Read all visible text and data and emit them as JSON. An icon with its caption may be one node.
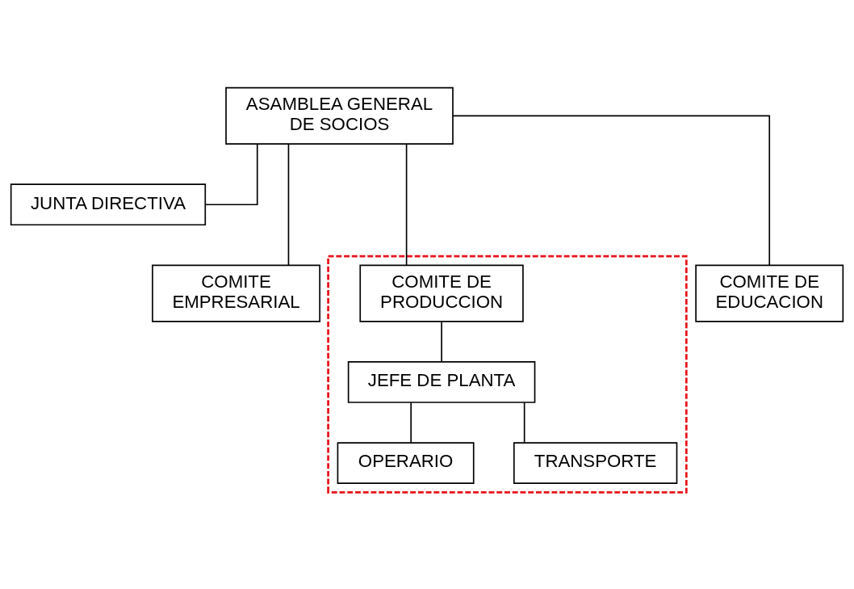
{
  "diagram": {
    "nodes": [
      {
        "text": [
          "ASAMBLEA GENERAL DE SOCIOS"
        ]
      },
      {
        "text": [
          "JUNTA DIRECTIVA"
        ]
      },
      {
        "text": [
          "COMITE EMPRESARIAL"
        ]
      },
      {
        "text": [],
        "shape": "box"
      },
      {
        "text": [
          "COMITE DE PRODUCCION"
        ],
        "in": 3
      },
      {
        "text": [
          "COMITE DE EDUCACION"
        ]
      },
      {
        "text": [
          "JEFE DE PLANTA"
        ],
        "in": 3
      },
      {
        "text": [
          "OPERARIO"
        ],
        "in": 3
      },
      {
        "text": [
          "TRANSPORTE"
        ],
        "in": 3
      }
    ],
    "edges": [
      {
        "from": 0,
        "to": 1,
        "arrow": "none"
      },
      {
        "from": 0,
        "to": 2,
        "arrow": "none"
      },
      {
        "from": 0,
        "to": 4,
        "arrow": "none"
      },
      {
        "from": 0,
        "to": 5,
        "arrow": "none"
      },
      {
        "from": 4,
        "to": 6,
        "arrow": "none"
      },
      {
        "from": 6,
        "to": 7,
        "arrow": "none"
      },
      {
        "from": 6,
        "to": 8,
        "arrow": "none"
      }
    ]
  }
}
